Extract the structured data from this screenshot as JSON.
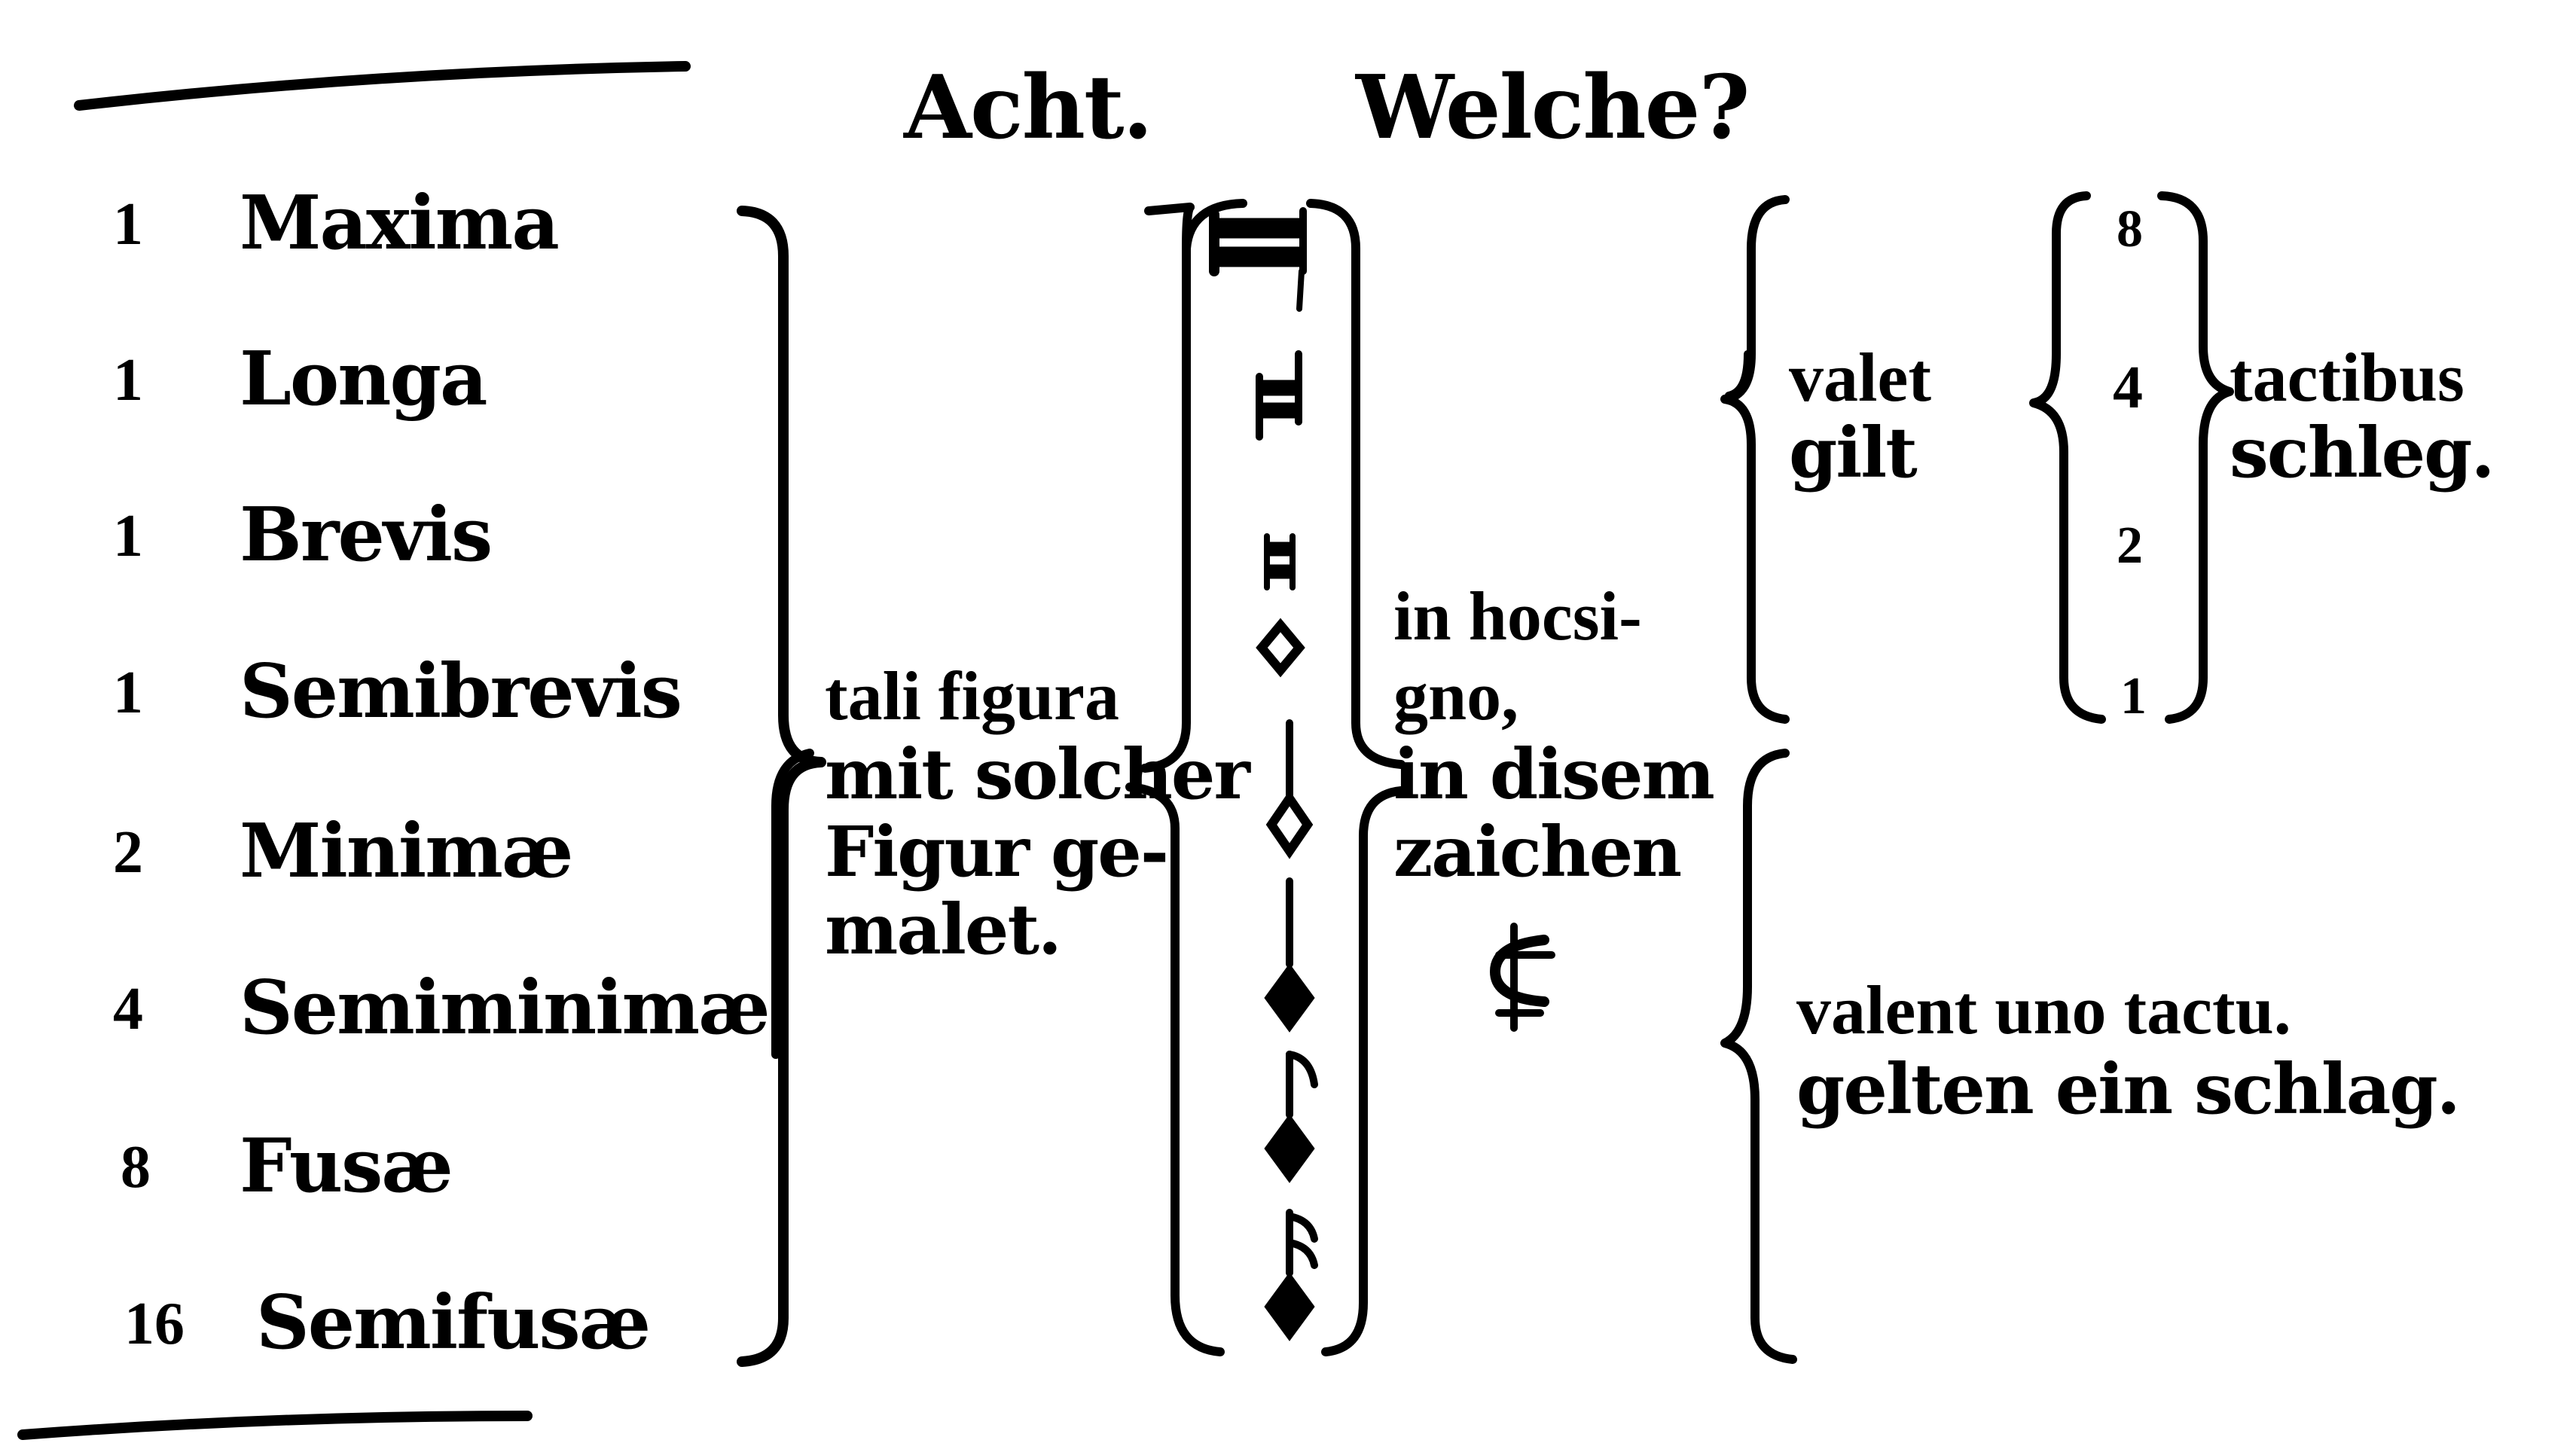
{
  "headers": {
    "count": "Acht.",
    "which": "Welche?"
  },
  "notes": [
    {
      "count": "1",
      "name": "Maxima"
    },
    {
      "count": "1",
      "name": "Longa"
    },
    {
      "count": "1",
      "name": "Brevis"
    },
    {
      "count": "1",
      "name": "Semibrevis"
    },
    {
      "count": "2",
      "name": "Minimæ"
    },
    {
      "count": "4",
      "name": "Semiminimæ"
    },
    {
      "count": "8",
      "name": "Fusæ"
    },
    {
      "count": "16",
      "name": "Semifusæ"
    }
  ],
  "figure_text": {
    "latin_line1": "tali figura",
    "german_line1": "mit solcher",
    "german_line2": "Figur ge-",
    "german_line3": "malet."
  },
  "sign_text": {
    "latin_line1": "in hocsi-",
    "latin_line2": "gno,",
    "german_line1": "in disem",
    "german_line2": "zaichen"
  },
  "value_text": {
    "valet": "valet",
    "gilt": "gilt",
    "tactibus": "tactibus",
    "schleg": "schleg.",
    "valent": "valent uno tactu.",
    "gelten": "gelten ein schlag."
  },
  "beat_numbers": [
    "8",
    "4",
    "2",
    "1"
  ]
}
